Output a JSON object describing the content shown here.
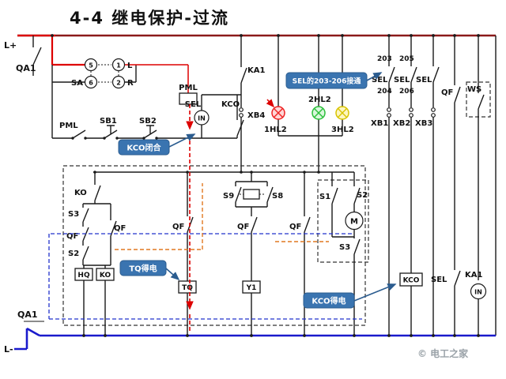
{
  "title": "4-4  继电保护-过流",
  "watermark": "© 电工之家",
  "colors": {
    "title": "#e60000",
    "top_bus": "#8b1a1a",
    "highlight": "#dd0000",
    "bottom_bus": "#1a1acc",
    "callout_bg": "#3a74b0",
    "lamp_red": "#ee2222",
    "lamp_green": "#2bbf3a",
    "lamp_yellow": "#d8c300"
  },
  "rails": {
    "positive": "L+",
    "negative": "L-"
  },
  "breakers": {
    "top": "QA1",
    "bottom": "QA1"
  },
  "selector": {
    "label": "SA",
    "t5": "5",
    "t1": "1",
    "t6": "6",
    "t2": "2",
    "left": "L",
    "right": "R"
  },
  "top_section": {
    "pml_coil": "PML",
    "pml_contact": "PML",
    "sb1": "SB1",
    "sb2": "SB2",
    "sel_relay": "SEL",
    "in_coil": "IN",
    "kco_contact": "KCO",
    "ka1_contact": "KA1",
    "xb4": "XB4",
    "lamps": {
      "red": "1HL2",
      "green": "2HL2",
      "yellow": "3HL2"
    },
    "terminals": {
      "t203": "203",
      "t204": "204",
      "t205": "205",
      "t206": "206"
    },
    "sel_contacts": [
      "SEL",
      "SEL",
      "SEL"
    ],
    "links": {
      "xb1": "XB1",
      "xb2": "XB2",
      "xb3": "XB3"
    },
    "qf_contact": "QF",
    "ws": "WS"
  },
  "logic_box": {
    "ko_contact": "KO",
    "s3": "S3",
    "qf_a": "QF",
    "qf_b": "QF",
    "s2": "S2",
    "hq_coil": "HQ",
    "ko_coil": "KO",
    "qf_c": "QF",
    "tq_coil": "TQ",
    "s9": "S9",
    "s8": "S8",
    "qf_d": "QF",
    "y1_coil": "Y1",
    "qf_e": "QF",
    "s1": "S1",
    "s2r": "S2",
    "motor": "M",
    "s3r": "S3"
  },
  "bottom_right": {
    "kco_coil": "KCO",
    "sel_contact": "SEL",
    "ka1_coil": "KA1",
    "in_coil": "IN"
  },
  "callouts": {
    "kco_closed": "KCO闭合",
    "sel_connected": "SEL的203-206接通",
    "tq_energized": "TQ得电",
    "kco_energized": "KCO得电"
  }
}
